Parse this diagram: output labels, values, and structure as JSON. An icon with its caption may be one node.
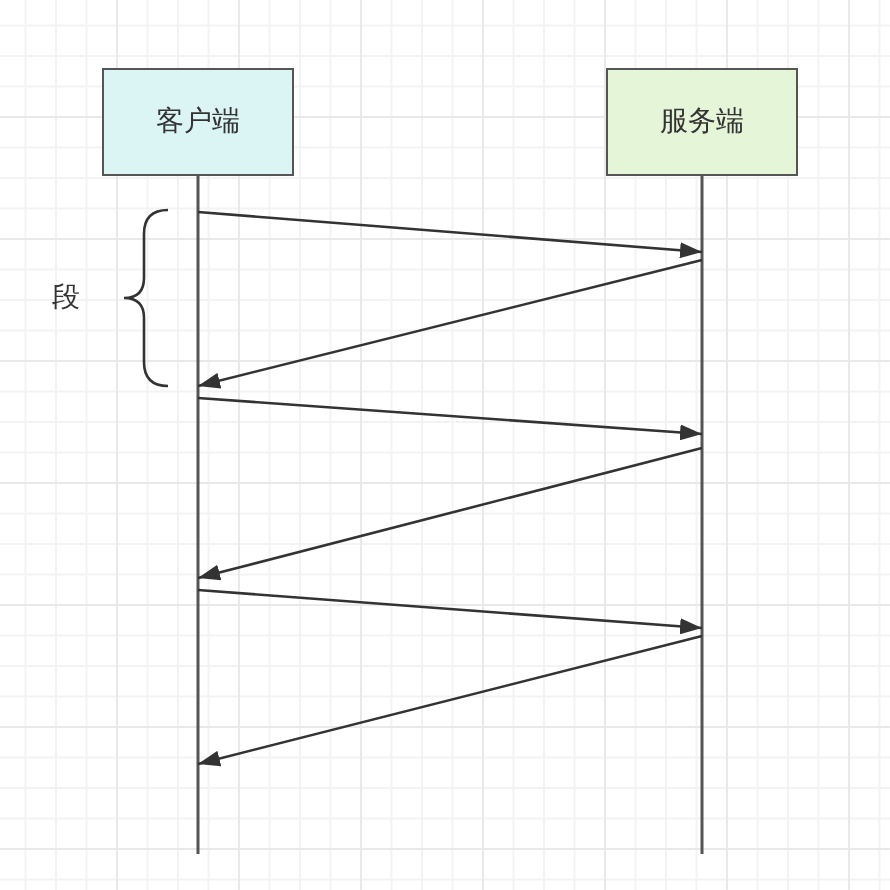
{
  "diagram": {
    "nodes": [
      {
        "text": [
          "客户端"
        ]
      },
      {
        "text": [
          "服务端"
        ]
      }
    ],
    "edges": [
      {
        "from": 0,
        "to": 1,
        "arrow": "to"
      },
      {
        "from": 1,
        "to": 0,
        "arrow": "to"
      },
      {
        "from": 0,
        "to": 1,
        "arrow": "to"
      },
      {
        "from": 1,
        "to": 0,
        "arrow": "to"
      },
      {
        "from": 0,
        "to": 1,
        "arrow": "to"
      },
      {
        "from": 1,
        "to": 0,
        "arrow": "to"
      }
    ],
    "labels": [
      "段"
    ]
  }
}
